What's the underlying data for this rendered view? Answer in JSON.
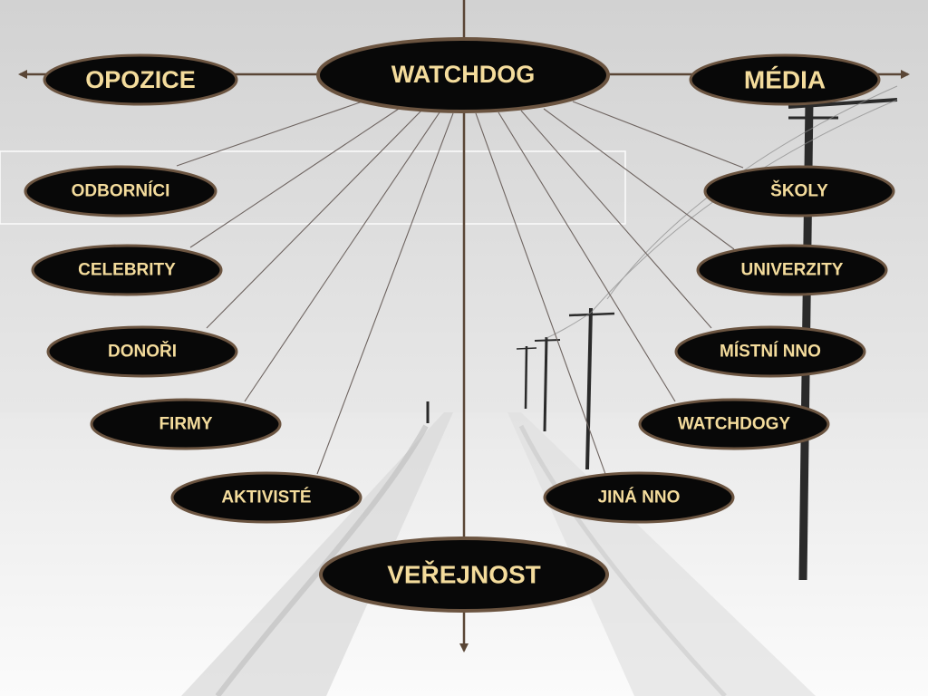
{
  "diagram": {
    "center": "WATCHDOG",
    "axis_left": "OPOZICE",
    "axis_right": "MÉDIA",
    "bottom": "VEŘEJNOST",
    "left_nodes": [
      "ODBORNÍCI",
      "CELEBRITY",
      "DONOŘI",
      "FIRMY",
      "AKTIVISTÉ"
    ],
    "right_nodes": [
      "ŠKOLY",
      "UNIVERZITY",
      "MÍSTNÍ NNO",
      "WATCHDOGY",
      "JINÁ NNO"
    ]
  },
  "colors": {
    "node_fill": "#080808",
    "node_border": "#6b5440",
    "node_text": "#f4dc9c",
    "connector_line": "#6b5440",
    "axis_line": "#5a4636",
    "spoke_line": "#6e6460"
  },
  "background": {
    "scene": "snowy road with telephone poles, black and white photograph"
  }
}
